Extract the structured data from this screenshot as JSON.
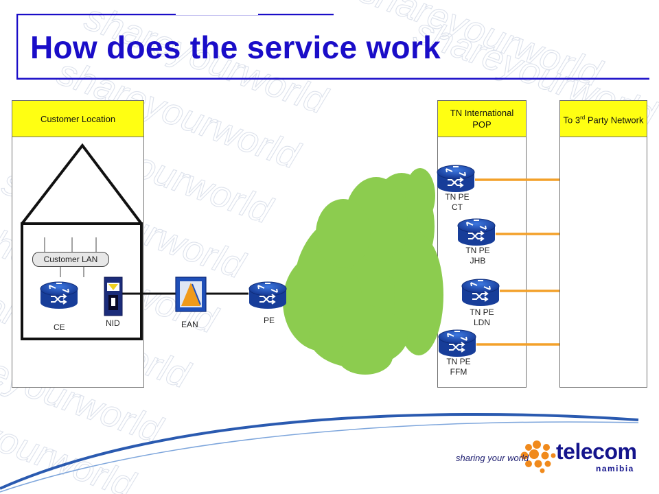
{
  "slide": {
    "title": "How does the service work"
  },
  "columns": {
    "customer_location": {
      "header": "Customer Location"
    },
    "tn_international_pop": {
      "header_line1": "TN International",
      "header_line2": "POP"
    },
    "third_party": {
      "header_prefix": "To 3",
      "header_sup": "rd",
      "header_suffix": " Party Network"
    }
  },
  "devices": {
    "customer_lan": "Customer LAN",
    "ce": "CE",
    "nid": "NID",
    "ean": "EAN",
    "pe": "PE",
    "pe_ct": {
      "line1": "TN PE",
      "line2": "CT"
    },
    "pe_jhb": {
      "line1": "TN PE",
      "line2": "JHB"
    },
    "pe_ldn": {
      "line1": "TN PE",
      "line2": "LDN"
    },
    "pe_ffm": {
      "line1": "TN PE",
      "line2": "FFM"
    }
  },
  "watermark": {
    "text": "shareyourworld"
  },
  "branding": {
    "tagline": "sharing your world",
    "logo_word": "telecom",
    "logo_sub": "namibia"
  },
  "colors": {
    "title": "#1a0dc8",
    "header_fill": "#ffff12",
    "cloud": "#8ccc4f",
    "router": "#1f4fb8",
    "link_orange": "#f3a12a",
    "swoosh_blue": "#2a5ab0",
    "logo_orange": "#f08a1c"
  }
}
